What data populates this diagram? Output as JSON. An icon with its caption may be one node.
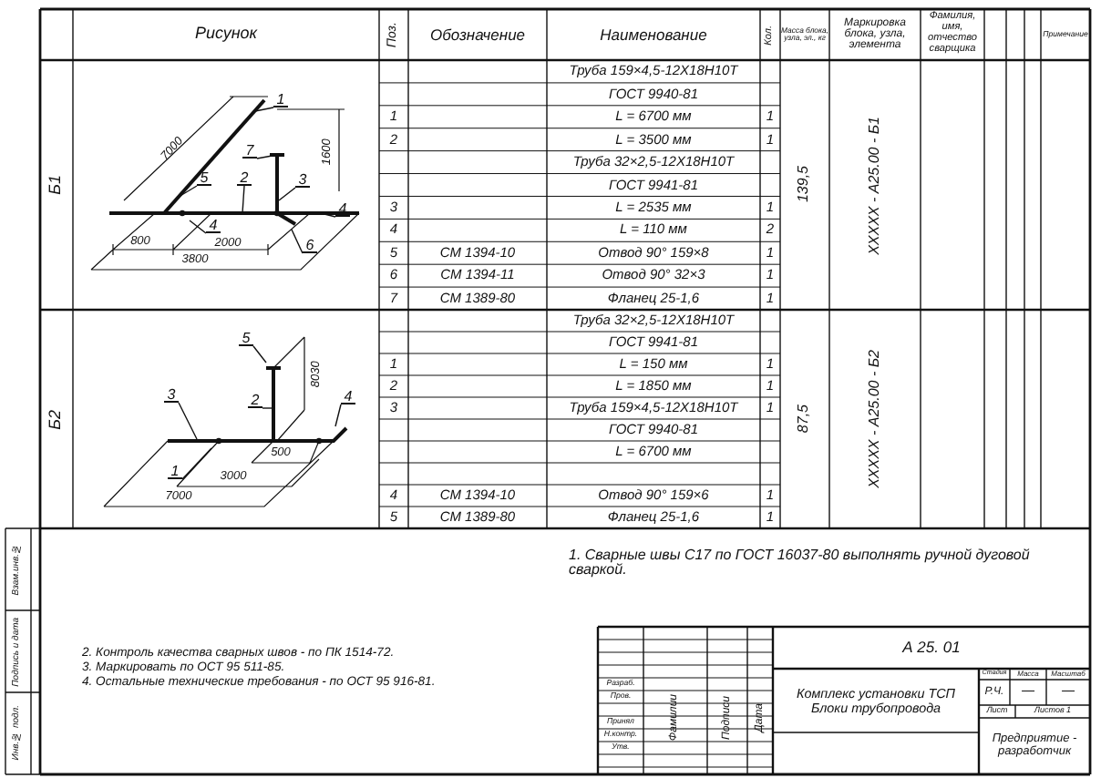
{
  "diagram": {
    "nodes": [
      {
        "text": [
          "1"
        ]
      },
      {
        "text": [
          "7"
        ]
      },
      {
        "text": [
          "5"
        ]
      },
      {
        "text": [
          "2"
        ]
      },
      {
        "text": [
          "3"
        ]
      },
      {
        "text": [
          "4"
        ]
      },
      {
        "text": [
          "4"
        ]
      },
      {
        "text": [
          "6"
        ]
      },
      {
        "text": [
          "5"
        ]
      },
      {
        "text": [
          "2"
        ]
      },
      {
        "text": [
          "3"
        ]
      },
      {
        "text": [
          "4"
        ]
      },
      {
        "text": [
          "1"
        ]
      }
    ],
    "edges": [
      {
        "from": 0,
        "to": null,
        "arrow": "none"
      },
      {
        "from": 1,
        "to": null,
        "arrow": "none"
      },
      {
        "from": 2,
        "to": null,
        "arrow": "none"
      },
      {
        "from": 3,
        "to": null,
        "arrow": "none"
      },
      {
        "from": 4,
        "to": null,
        "arrow": "none"
      },
      {
        "from": 5,
        "to": null,
        "arrow": "none"
      },
      {
        "from": 6,
        "to": null,
        "arrow": "none"
      },
      {
        "from": 7,
        "to": null,
        "arrow": "none"
      },
      {
        "from": 8,
        "to": null,
        "arrow": "none"
      },
      {
        "from": 9,
        "to": null,
        "arrow": "none"
      },
      {
        "from": 10,
        "to": null,
        "arrow": "none"
      },
      {
        "from": 11,
        "to": null,
        "arrow": "none"
      },
      {
        "from": 12,
        "to": null,
        "arrow": "none"
      }
    ],
    "labels": [
      "Рисунок",
      "Поз.",
      "Обозначение",
      "Наименование",
      "Кол.",
      "Масса блока, узла, эл., кг",
      "Маркировка блока, узла, элемента",
      "Фамилия, имя, отчество сварщика",
      "Примечание",
      "Б1",
      "7000",
      "1600",
      "800",
      "2000",
      "3800",
      "Труба 159×4,5-12Х18Н10Т",
      "ГОСТ 9940-81",
      "1",
      "L = 6700 мм",
      "1",
      "2",
      "L = 3500 мм",
      "1",
      "Труба 32×2,5-12Х18Н10Т",
      "ГОСТ 9941-81",
      "3",
      "L = 2535 мм",
      "1",
      "4",
      "L = 110 мм",
      "2",
      "5",
      "СМ 1394-10",
      "Отвод 90° 159×8",
      "1",
      "6",
      "СМ 1394-11",
      "Отвод 90° 32×3",
      "1",
      "7",
      "СМ 1389-80",
      "Фланец 25-1,6",
      "1",
      "139,5",
      "XXXXX - А25.00 - Б1",
      "Б2",
      "8030",
      "500",
      "3000",
      "7000",
      "Труба 32×2,5-12Х18Н10Т",
      "ГОСТ 9941-81",
      "1",
      "L = 150 мм",
      "1",
      "2",
      "L = 1850 мм",
      "1",
      "3",
      "Труба 159×4,5-12Х18Н10Т",
      "1",
      "ГОСТ 9940-81",
      "L = 6700 мм",
      "4",
      "СМ 1394-10",
      "Отвод 90° 159×6",
      "1",
      "5",
      "СМ 1389-80",
      "Фланец 25-1,6",
      "1",
      "87,5",
      "XXXXX - А25.00 - Б2",
      "1. Сварные швы С17 по ГОСТ 16037-80 выполнять ручной дуговой сваркой.",
      "2. Контроль качества сварных швов - по ПК 1514-72.",
      "3. Маркировать по ОСТ 95 511-85.",
      "4. Остальные технические требования - по ОСТ 95 916-81.",
      "А 25. 01",
      "Комплекс установки ТСП Блоки трубопровода",
      "Стадия",
      "Масса",
      "Масштаб",
      "Р.Ч.",
      "—",
      "—",
      "Лист",
      "Листов 1",
      "Предприятие - разработчик",
      "Разраб.",
      "Пров.",
      "Принял",
      "Н.контр.",
      "Утв.",
      "Фамилии",
      "Подписи",
      "Дата",
      "Взам.инв.№",
      "Подпись и дата",
      "Инв.№ подл."
    ]
  }
}
